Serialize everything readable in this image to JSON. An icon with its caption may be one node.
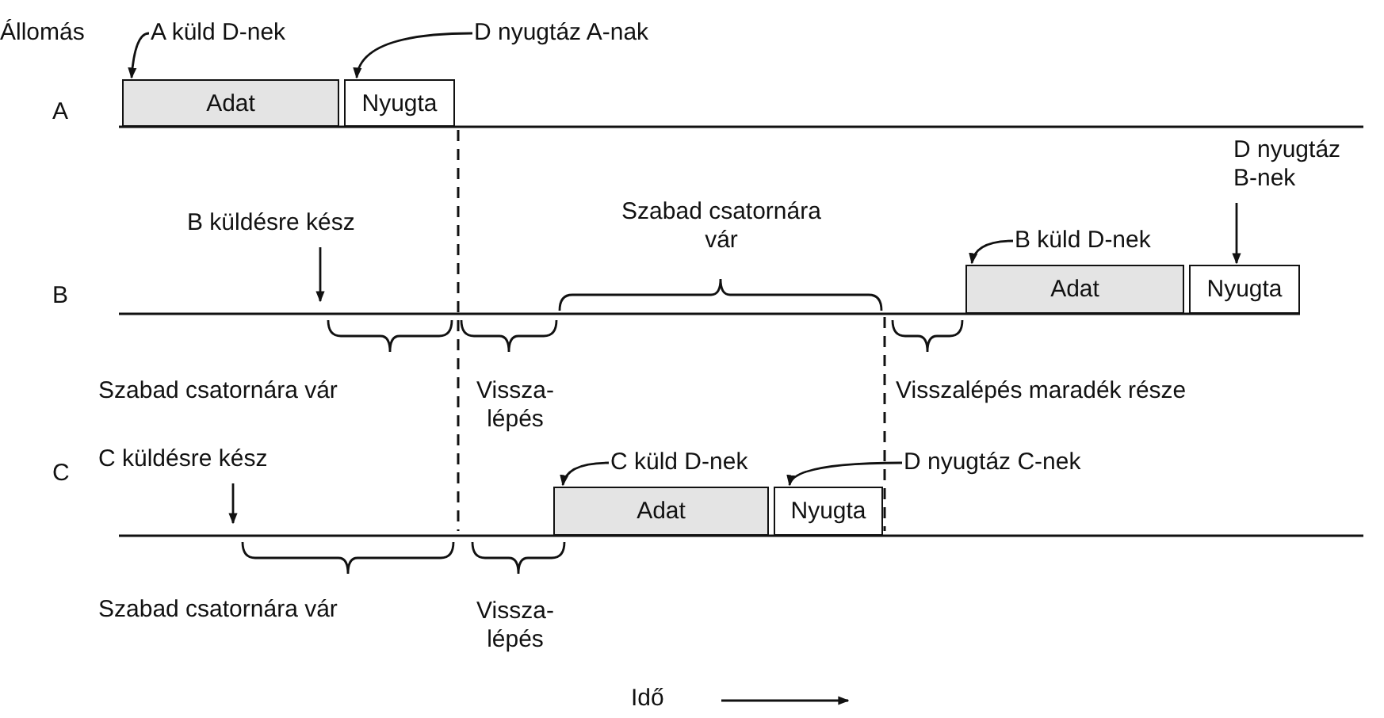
{
  "diagram": {
    "nodes": [
      {
        "text": [
          "A küld D-nek"
        ]
      },
      {
        "text": [
          "Adat"
        ]
      },
      {
        "text": [
          "D nyugtáz A-nak"
        ]
      },
      {
        "text": [
          "Nyugta"
        ]
      },
      {
        "text": [
          "B küldésre kész"
        ]
      },
      {
        "text": [
          "B küld D-nek"
        ]
      },
      {
        "text": [
          "Adat"
        ]
      },
      {
        "text": [
          "D nyugtáz B-nek"
        ]
      },
      {
        "text": [
          "Nyugta"
        ]
      },
      {
        "text": [
          "C küldésre kész"
        ]
      },
      {
        "text": [
          "C küld D-nek"
        ]
      },
      {
        "text": [
          "Adat"
        ]
      },
      {
        "text": [
          "D nyugtáz C-nek"
        ]
      },
      {
        "text": [
          "Nyugta"
        ]
      }
    ],
    "edges": [
      {
        "from": 0,
        "to": 1,
        "arrow": "to"
      },
      {
        "from": 2,
        "to": 3,
        "arrow": "to"
      },
      {
        "from": 4,
        "to": null,
        "arrow": "to"
      },
      {
        "from": 5,
        "to": 6,
        "arrow": "to"
      },
      {
        "from": 7,
        "to": 8,
        "arrow": "to"
      },
      {
        "from": 9,
        "to": null,
        "arrow": "to"
      },
      {
        "from": 10,
        "to": 11,
        "arrow": "to"
      },
      {
        "from": 12,
        "to": 13,
        "arrow": "to"
      }
    ],
    "labels": [
      "Állomás",
      "A",
      "Szabad csatornára vár",
      "B",
      "Szabad csatornára vár",
      "Vissza- lépés",
      "Visszalépés maradék része",
      "C",
      "Szabad csatornára vár",
      "Vissza- lépés",
      "Idő"
    ]
  }
}
